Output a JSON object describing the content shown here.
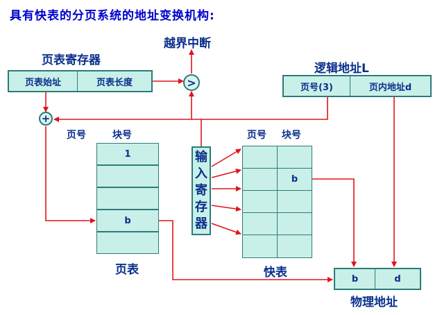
{
  "title": "具有快表的分页系统的地址变换机构:",
  "overflow_label": "越界中断",
  "page_table_register": {
    "heading": "页表寄存器",
    "fields": [
      "页表始址",
      "页表长度"
    ]
  },
  "logical_address": {
    "heading": "逻辑地址L",
    "fields": [
      "页号(3)",
      "页内地址d"
    ]
  },
  "compare_symbol": ">",
  "add_symbol": "+",
  "page_table": {
    "col_headers": [
      "页号",
      "块号"
    ],
    "rows": [
      "1",
      "",
      "",
      "b",
      ""
    ],
    "caption": "页表"
  },
  "input_register": {
    "chars": [
      "输",
      "入",
      "寄",
      "存",
      "器"
    ]
  },
  "fast_table": {
    "col_headers": [
      "页号",
      "块号"
    ],
    "rows": [
      [
        "",
        ""
      ],
      [
        "",
        "b"
      ],
      [
        "",
        ""
      ],
      [
        "",
        ""
      ],
      [
        "",
        ""
      ]
    ],
    "caption": "快表"
  },
  "physical_address": {
    "fields": [
      "b",
      "d"
    ],
    "caption": "物理地址"
  },
  "colors": {
    "arrow": "#e0141a",
    "fill": "#c8f0e8",
    "border": "#2c7a7a",
    "text": "#0a2f8c",
    "title": "#0000cc"
  }
}
